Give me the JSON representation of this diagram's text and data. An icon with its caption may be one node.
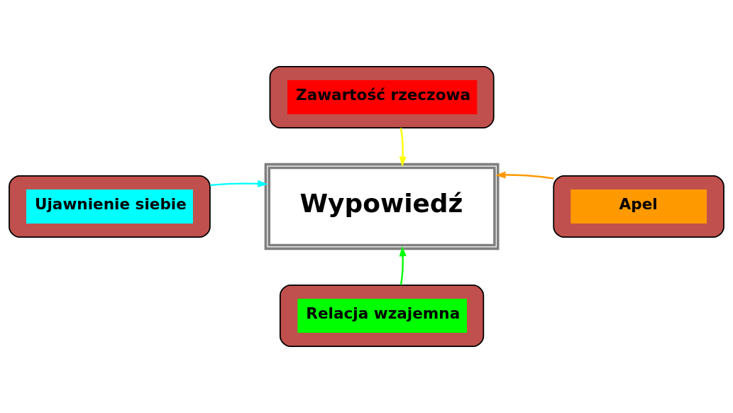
{
  "diagram": {
    "nodes": [
      {
        "text": [
          "Zawartość rzeczowa"
        ]
      },
      {
        "text": [
          "Ujawnienie siebie"
        ]
      },
      {
        "text": [
          "Wypowiedź"
        ]
      },
      {
        "text": [
          "Apel"
        ]
      },
      {
        "text": [
          "Relacja wzajemna"
        ]
      }
    ],
    "edges": [
      {
        "from": 0,
        "to": 2,
        "arrow": "to",
        "color": "#ffff00"
      },
      {
        "from": 1,
        "to": 2,
        "arrow": "to",
        "color": "#00ffff"
      },
      {
        "from": 3,
        "to": 2,
        "arrow": "to",
        "color": "#ff9900"
      },
      {
        "from": 4,
        "to": 2,
        "arrow": "to",
        "color": "#00ff00"
      }
    ]
  }
}
